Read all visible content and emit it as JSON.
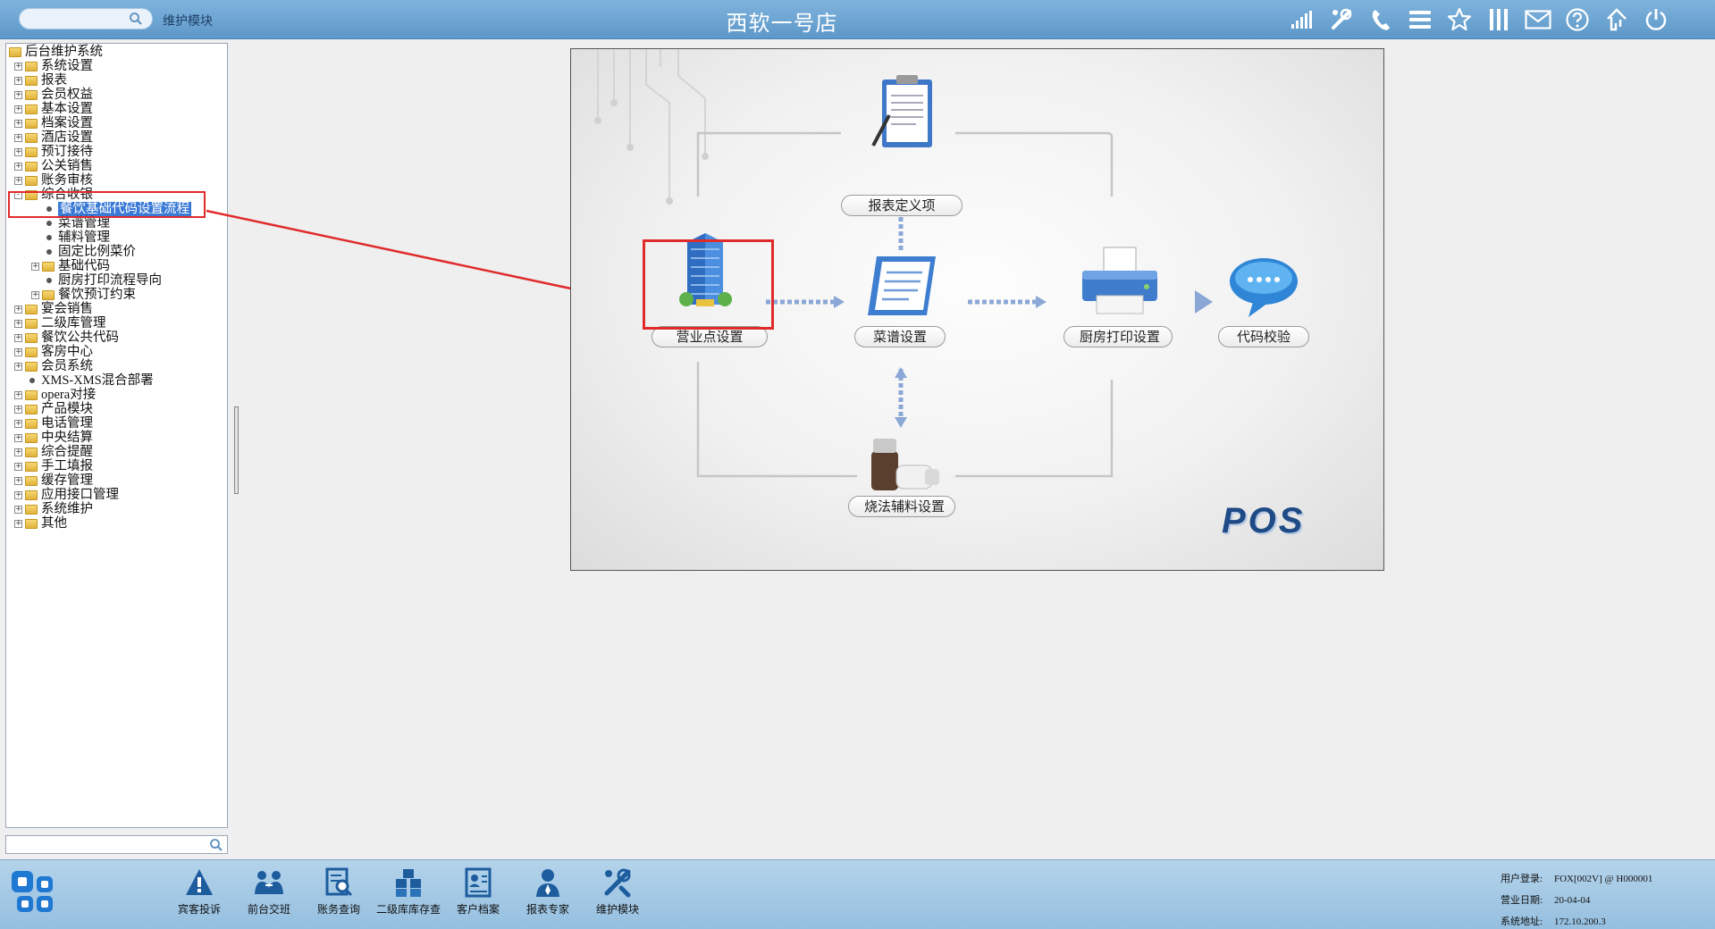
{
  "header": {
    "search_placeholder": "",
    "module_label": "维护模块",
    "store_title": "西软一号店"
  },
  "header_icons": [
    "signal-icon",
    "tools-icon",
    "phone-icon",
    "menu-icon",
    "star-icon",
    "columns-icon",
    "mail-icon",
    "help-icon",
    "home-up-icon",
    "power-icon"
  ],
  "tree": {
    "nodes": [
      {
        "label": "后台维护系统",
        "level": 0,
        "type": "folder",
        "expander": ""
      },
      {
        "label": "系统设置",
        "level": 1,
        "type": "folder",
        "expander": "+"
      },
      {
        "label": "报表",
        "level": 1,
        "type": "folder",
        "expander": "+"
      },
      {
        "label": "会员权益",
        "level": 1,
        "type": "folder",
        "expander": "+"
      },
      {
        "label": "基本设置",
        "level": 1,
        "type": "folder",
        "expander": "+"
      },
      {
        "label": "档案设置",
        "level": 1,
        "type": "folder",
        "expander": "+"
      },
      {
        "label": "酒店设置",
        "level": 1,
        "type": "folder",
        "expander": "+"
      },
      {
        "label": "预订接待",
        "level": 1,
        "type": "folder",
        "expander": "+"
      },
      {
        "label": "公关销售",
        "level": 1,
        "type": "folder",
        "expander": "+"
      },
      {
        "label": "账务审核",
        "level": 1,
        "type": "folder",
        "expander": "+"
      },
      {
        "label": "综合收银",
        "level": 1,
        "type": "folder",
        "expander": "-"
      },
      {
        "label": "餐饮基础代码设置流程",
        "level": 2,
        "type": "leaf",
        "expander": "",
        "selected": true
      },
      {
        "label": "菜谱管理",
        "level": 2,
        "type": "leaf",
        "expander": ""
      },
      {
        "label": "辅料管理",
        "level": 2,
        "type": "leaf",
        "expander": ""
      },
      {
        "label": "固定比例菜价",
        "level": 2,
        "type": "leaf",
        "expander": ""
      },
      {
        "label": "基础代码",
        "level": 2,
        "type": "folder",
        "expander": "+"
      },
      {
        "label": "厨房打印流程导向",
        "level": 2,
        "type": "leaf",
        "expander": ""
      },
      {
        "label": "餐饮预订约束",
        "level": 2,
        "type": "folder",
        "expander": "+"
      },
      {
        "label": "宴会销售",
        "level": 1,
        "type": "folder",
        "expander": "+"
      },
      {
        "label": "二级库管理",
        "level": 1,
        "type": "folder",
        "expander": "+"
      },
      {
        "label": "餐饮公共代码",
        "level": 1,
        "type": "folder",
        "expander": "+"
      },
      {
        "label": "客房中心",
        "level": 1,
        "type": "folder",
        "expander": "+"
      },
      {
        "label": "会员系统",
        "level": 1,
        "type": "folder",
        "expander": "+"
      },
      {
        "label": "XMS-XMS混合部署",
        "level": 1,
        "type": "leaf",
        "expander": ""
      },
      {
        "label": "opera对接",
        "level": 1,
        "type": "folder",
        "expander": "+"
      },
      {
        "label": "产品模块",
        "level": 1,
        "type": "folder",
        "expander": "+"
      },
      {
        "label": "电话管理",
        "level": 1,
        "type": "folder",
        "expander": "+"
      },
      {
        "label": "中央结算",
        "level": 1,
        "type": "folder",
        "expander": "+"
      },
      {
        "label": "综合提醒",
        "level": 1,
        "type": "folder",
        "expander": "+"
      },
      {
        "label": "手工填报",
        "level": 1,
        "type": "folder",
        "expander": "+"
      },
      {
        "label": "缓存管理",
        "level": 1,
        "type": "folder",
        "expander": "+"
      },
      {
        "label": "应用接口管理",
        "level": 1,
        "type": "folder",
        "expander": "+"
      },
      {
        "label": "系统维护",
        "level": 1,
        "type": "folder",
        "expander": "+"
      },
      {
        "label": "其他",
        "level": 1,
        "type": "folder",
        "expander": "+"
      }
    ],
    "search_placeholder": ""
  },
  "flow": {
    "report_def": "报表定义项",
    "outlet": "营业点设置",
    "menu": "菜谱设置",
    "kitchen_print": "厨房打印设置",
    "code_check": "代码校验",
    "cooking": "烧法辅料设置",
    "brand": "POS"
  },
  "colors": {
    "accent_blue": "#5d98c9",
    "highlight_red": "#e02b2b",
    "selected_bg": "#3a7ad6"
  },
  "toolbar": [
    {
      "label": "宾客投诉",
      "icon": "warning-icon"
    },
    {
      "label": "前台交班",
      "icon": "handover-icon"
    },
    {
      "label": "账务查询",
      "icon": "account-query-icon"
    },
    {
      "label": "二级库库存查",
      "icon": "inventory-icon"
    },
    {
      "label": "客户档案",
      "icon": "customer-file-icon"
    },
    {
      "label": "报表专家",
      "icon": "report-expert-icon"
    },
    {
      "label": "维护模块",
      "icon": "maintenance-icon"
    }
  ],
  "status": {
    "user_key": "用户登录:",
    "user_val": "FOX[002V] @ H000001",
    "date_key": "营业日期:",
    "date_val": "20-04-04",
    "addr_key": "系统地址:",
    "addr_val": "172.10.200.3"
  }
}
